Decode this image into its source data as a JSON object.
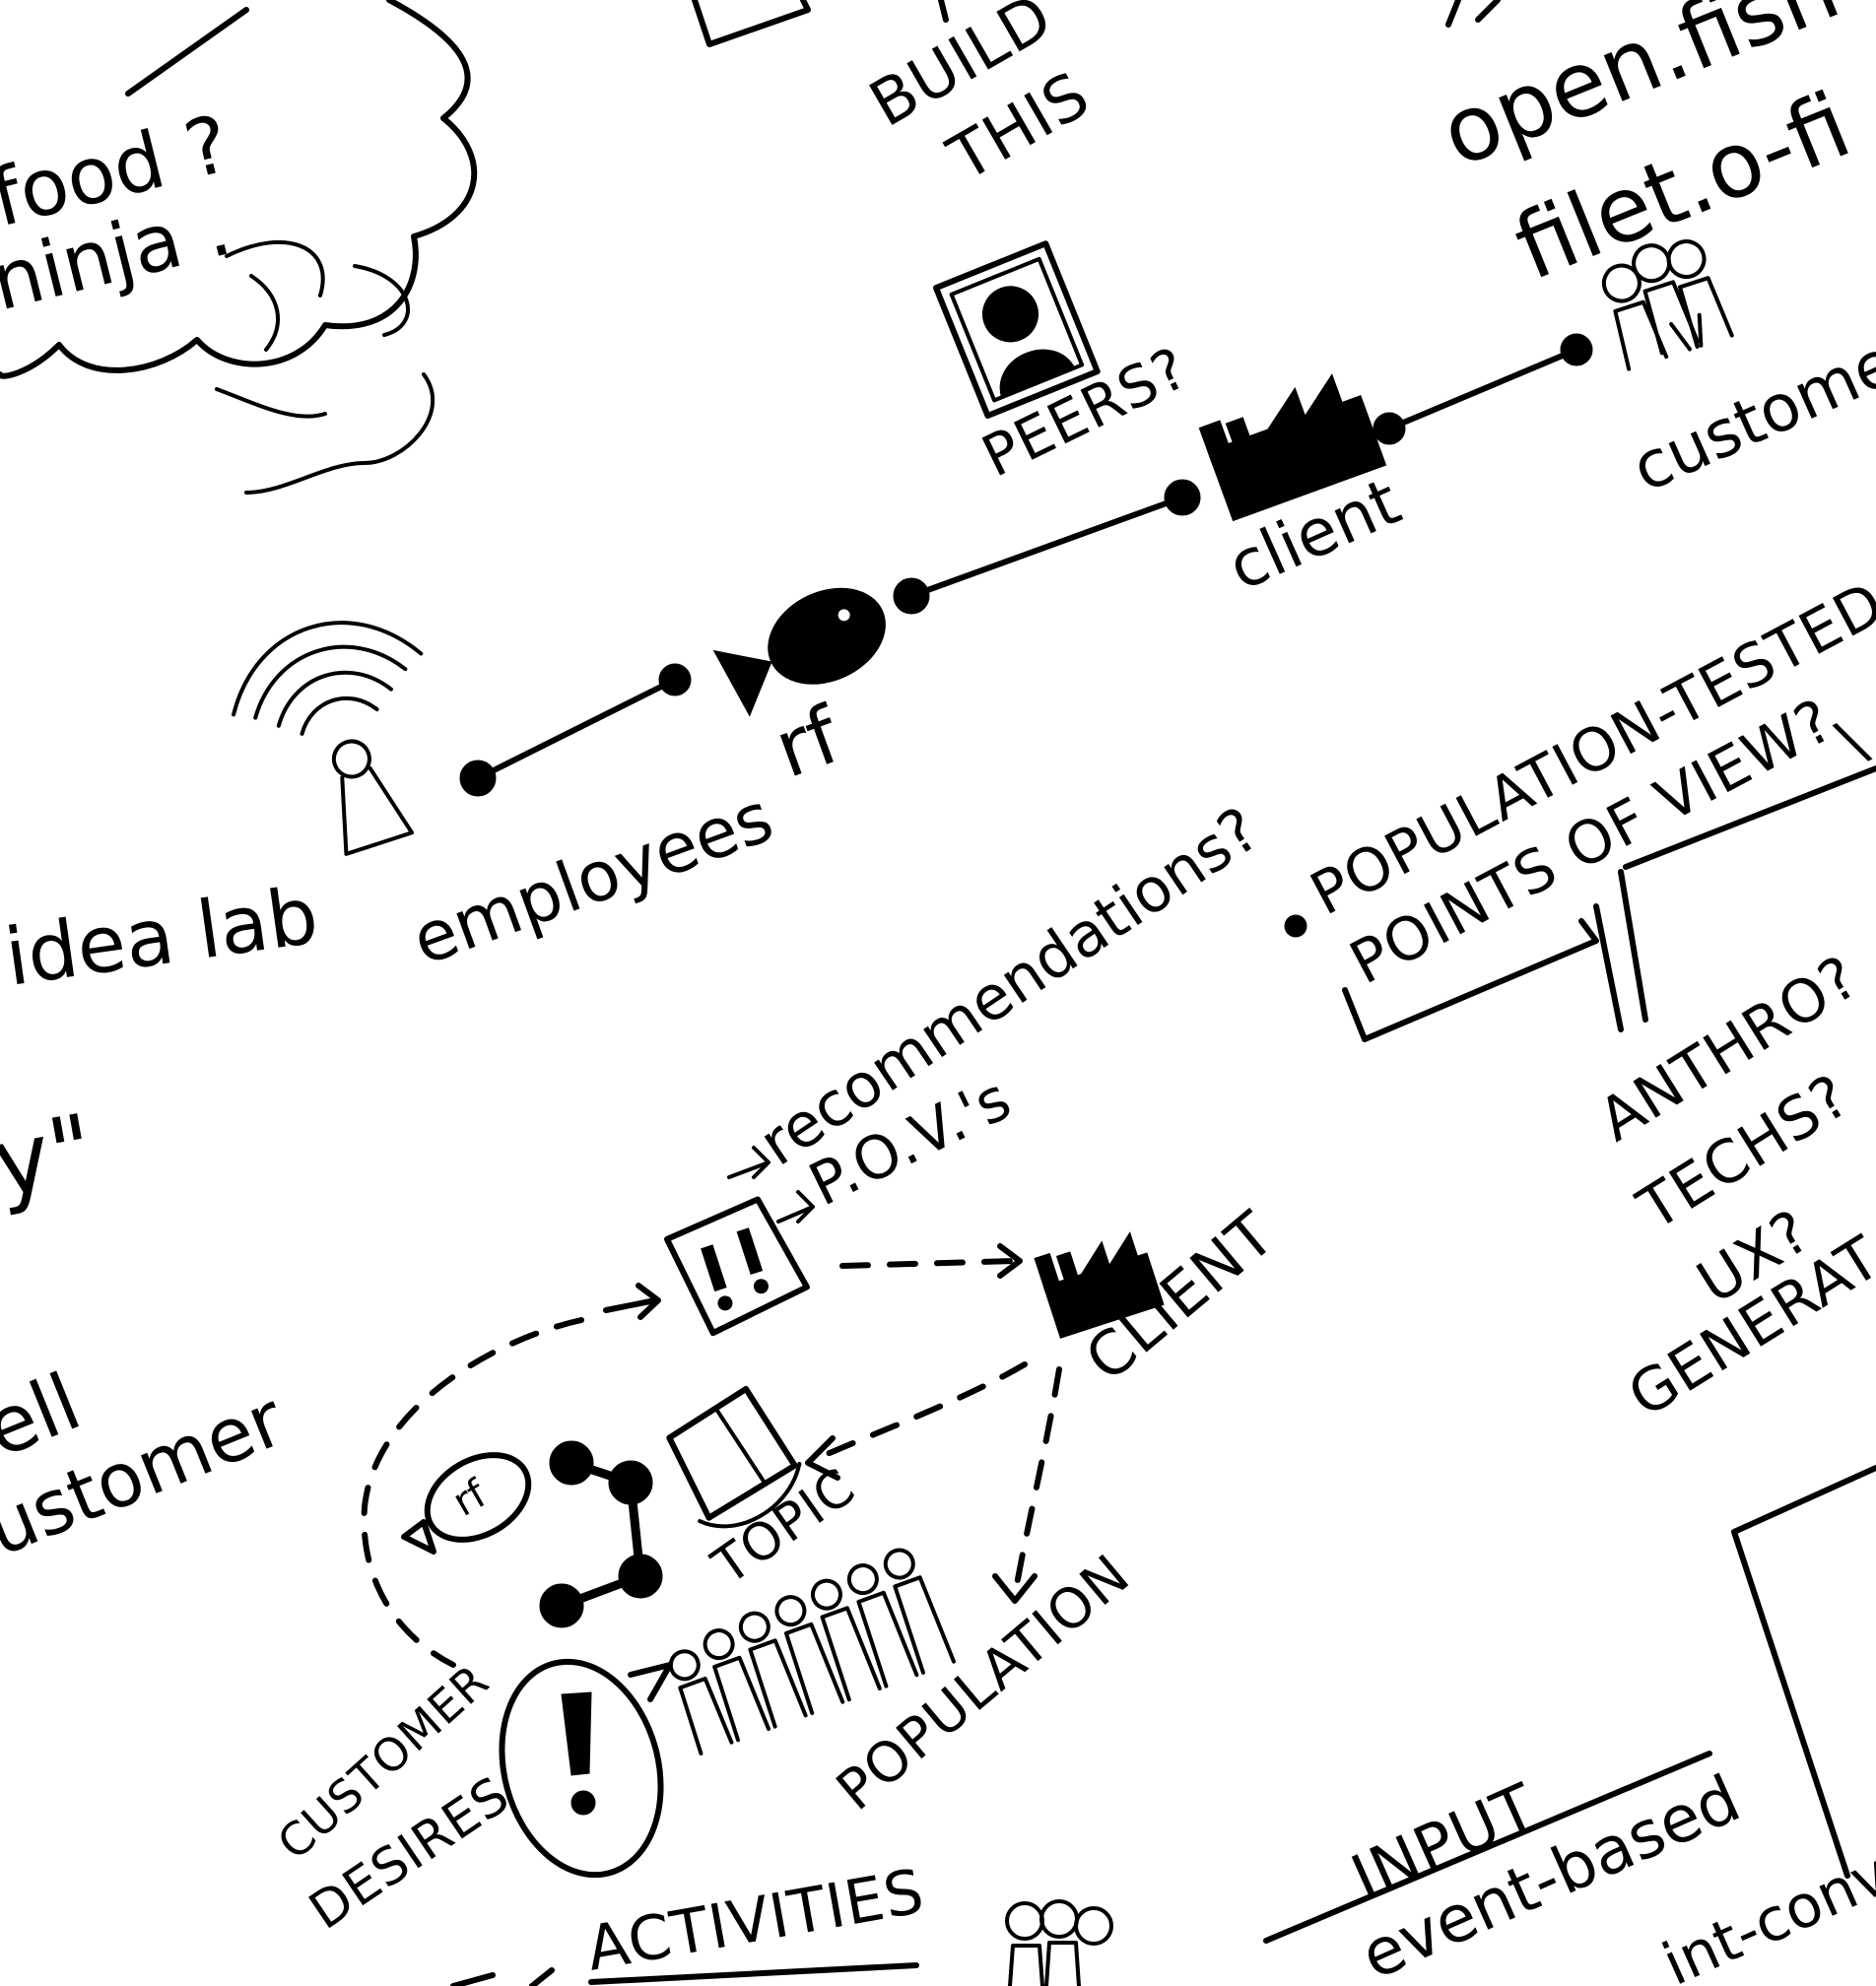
{
  "labels": {
    "food_ninja": [
      "food ?",
      "ninja ."
    ],
    "build_this": [
      "BUILD",
      "THIS"
    ],
    "open_fish": [
      "open.fish .",
      "filet.o-fi"
    ],
    "peers": "PEERS?",
    "customers": "customers",
    "client_top": "client",
    "rf": "rf",
    "employees": "employees",
    "idea_lab": "idea lab",
    "quote_mark": "y\"",
    "population_tested": [
      "POPULATION-TESTED",
      "POINTS OF VIEW?"
    ],
    "recommendations": "recommendations?",
    "povs": "P.O.V.'s",
    "anthro_list": [
      "ANTHRO?",
      "TECHS?",
      "UX?",
      "GENERAT"
    ],
    "client_bottom": "CLIENT",
    "sell_customer": [
      "ell",
      "ustomer"
    ],
    "topic": "TOPIC",
    "customer_desires": [
      "CUSTOMER",
      "DESIRES"
    ],
    "population": "POPULATION",
    "input": "INPUT",
    "event_based": "event-based",
    "event_conv": "int-conv",
    "activities": "ACTIVITIES"
  },
  "ink_color": "#000000",
  "paper_color": "#ffffff"
}
